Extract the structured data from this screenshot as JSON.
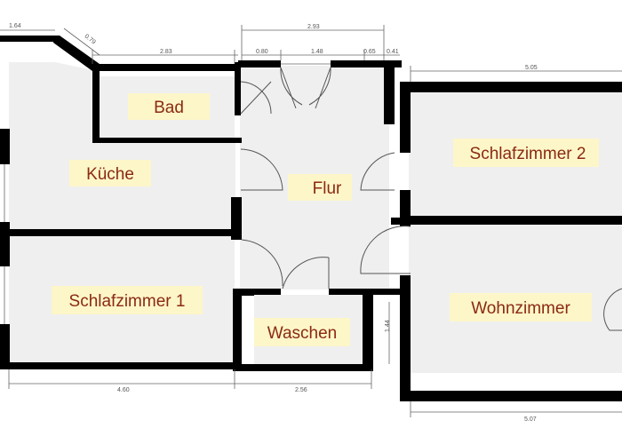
{
  "rooms": {
    "bad": "Bad",
    "kueche": "Küche",
    "flur": "Flur",
    "schlafzimmer2": "Schlafzimmer 2",
    "schlafzimmer1": "Schlafzimmer 1",
    "waschen": "Waschen",
    "wohnzimmer": "Wohnzimmer"
  },
  "dimensions": {
    "top_left": "1.64",
    "diagonal": "0.79",
    "bad_width": "2.83",
    "flur_total": "2.93",
    "flur_seg1": "0.80",
    "flur_seg2": "1.48",
    "flur_seg3": "0.65",
    "flur_seg4": "0.41",
    "right_top": "5.05",
    "bottom_left": "4.60",
    "bottom_mid": "2.56",
    "waschen_height": "1.44",
    "bottom_right": "5.07"
  },
  "colors": {
    "label_text": "#8b2a12",
    "label_background": "#fdf6c8",
    "floor": "#efefef",
    "wall": "#000000"
  }
}
